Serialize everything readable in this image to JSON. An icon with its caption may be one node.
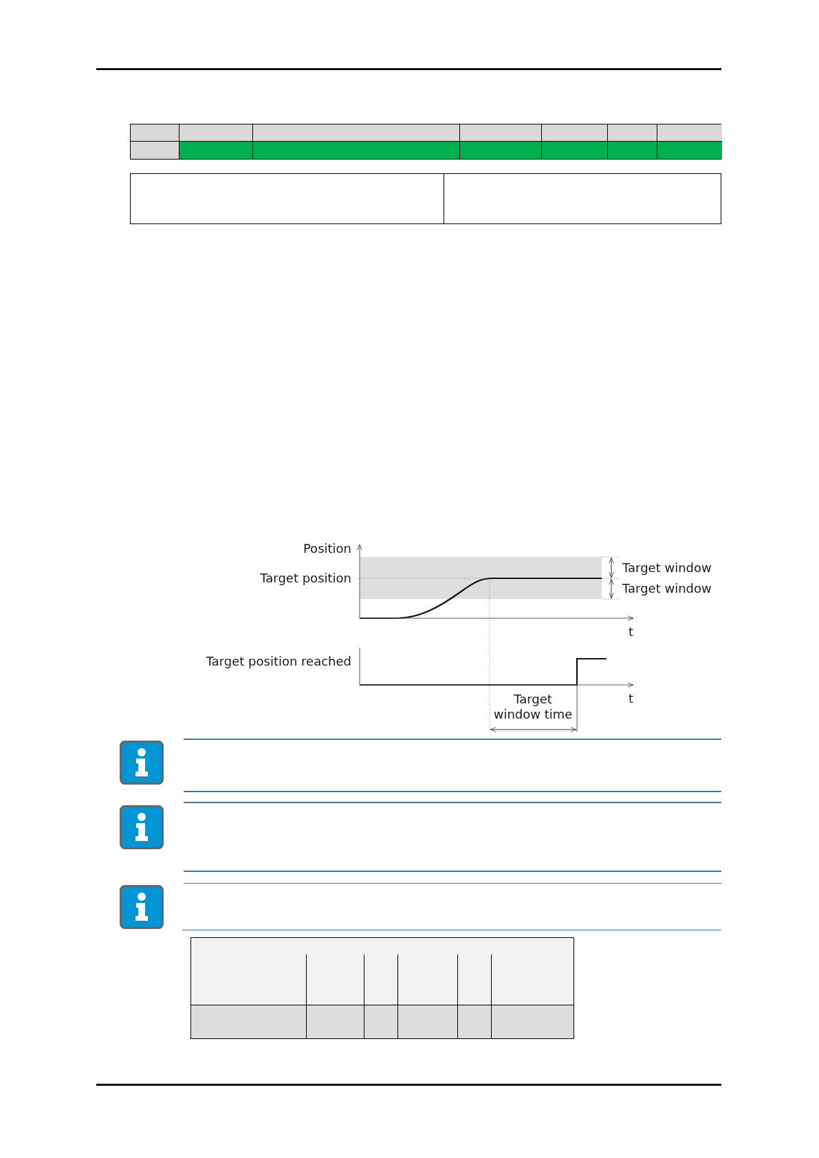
{
  "diagram": {
    "labels": [
      "Position",
      "Target position",
      "Target window",
      "Target window",
      "t",
      "Target position reached",
      "t",
      "Target window time"
    ]
  }
}
